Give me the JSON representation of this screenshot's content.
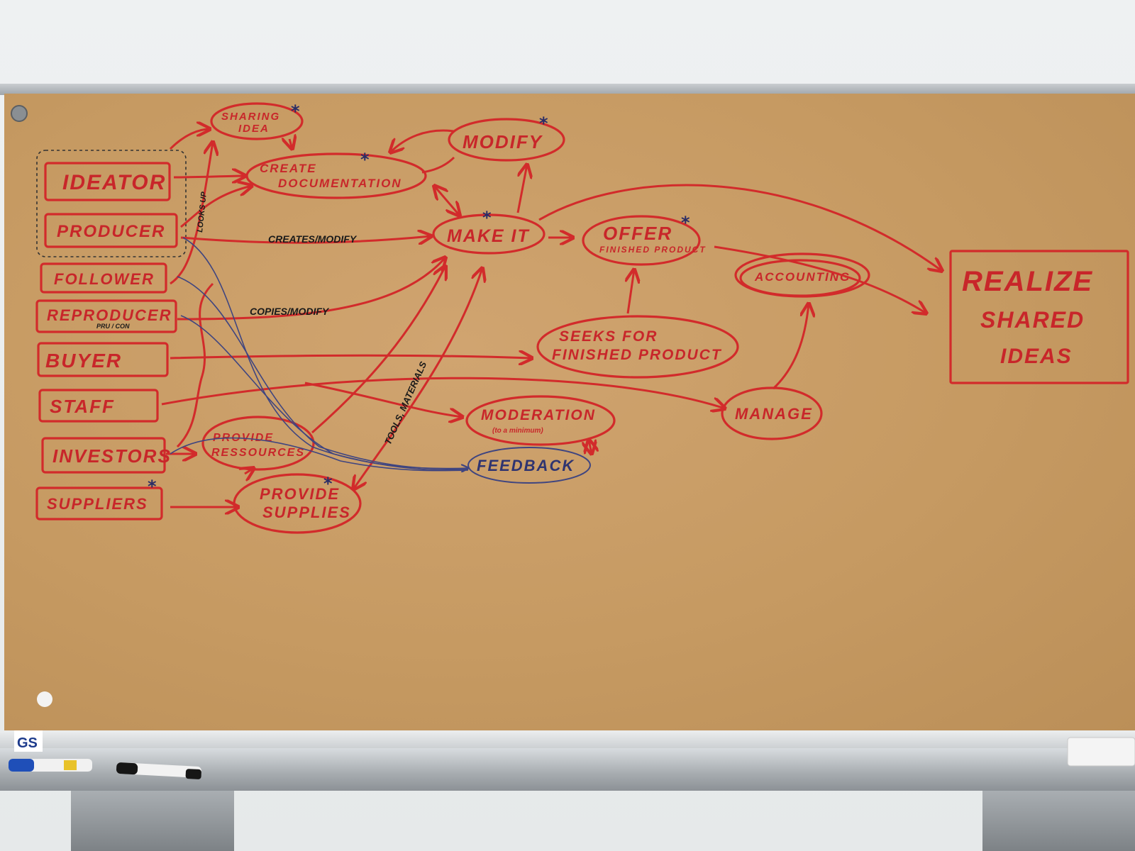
{
  "actors": [
    "IDEATOR",
    "PRODUCER",
    "FOLLOWER",
    "REPRODUCER",
    "BUYER",
    "STAFF",
    "INVESTORS",
    "SUPPLIERS"
  ],
  "reproducer_sub": "PRU / CON",
  "activities": {
    "sharing_idea_1": "SHARING",
    "sharing_idea_2": "IDEA",
    "create_doc_1": "CREATE",
    "create_doc_2": "DOCUMENTATION",
    "modify": "MODIFY",
    "make_it": "MAKE IT",
    "offer": "OFFER",
    "offer_sub": "FINISHED PRODUCT",
    "accounting": "ACCOUNTING",
    "seeks_1": "SEEKS FOR",
    "seeks_2": "FINISHED PRODUCT",
    "moderation": "MODERATION",
    "moderation_sub": "(to a minimum)",
    "feedback": "FEEDBACK",
    "manage": "MANAGE",
    "provide_res_1": "PROVIDE",
    "provide_res_2": "RESSOURCES",
    "provide_sup_1": "PROVIDE",
    "provide_sup_2": "SUPPLIES"
  },
  "goal": [
    "REALIZE",
    "SHARED",
    "IDEAS"
  ],
  "edge_labels": {
    "creates_modify": "CREATES/MODIFY",
    "copies_modify": "COPIES/MODIFY",
    "tools_materials": "TOOLS, MATERIALS",
    "looks_up": "LOOKS UP"
  },
  "marker": "*",
  "tray_logo": "GS",
  "colors": {
    "ink_red": "#d22b2b",
    "ink_blue": "#3f4580",
    "paper": "#c69a62"
  }
}
